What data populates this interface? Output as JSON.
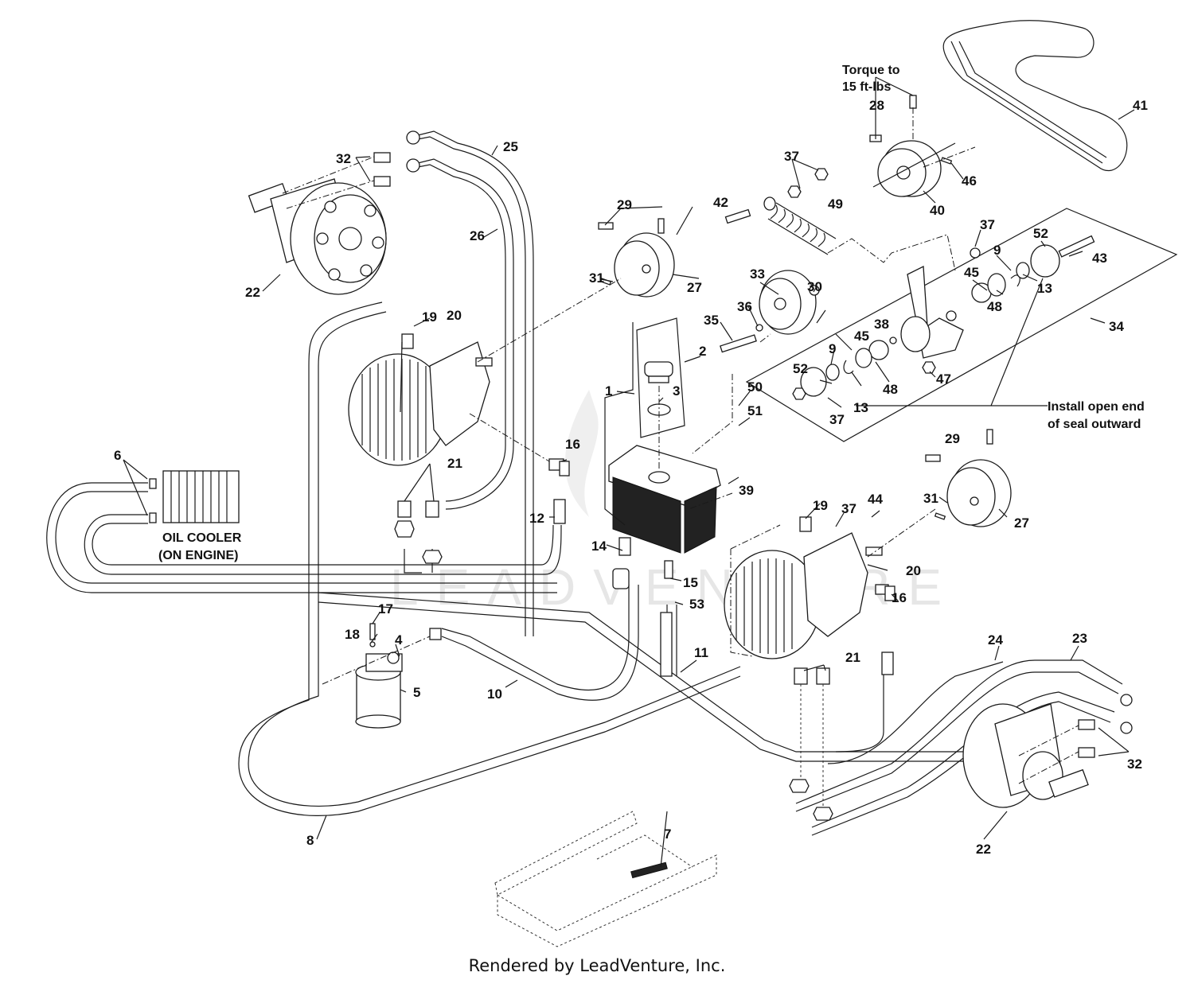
{
  "diagram": {
    "type": "exploded-parts-diagram",
    "subject": "Hydraulic system / drive belt assembly",
    "watermark": "LEADVENTURE",
    "footer": "Rendered by LeadVenture, Inc."
  },
  "notes": {
    "torque_line1": "Torque to",
    "torque_line2": "15 ft-lbs",
    "seal_line1": "Install open end",
    "seal_line2": "of seal outward",
    "oil_cooler_line1": "OIL COOLER",
    "oil_cooler_line2": "(ON ENGINE)"
  },
  "callouts": {
    "c1": "1",
    "c2": "2",
    "c3": "3",
    "c4": "4",
    "c5": "5",
    "c6": "6",
    "c7": "7",
    "c8": "8",
    "c9a": "9",
    "c9b": "9",
    "c10": "10",
    "c11": "11",
    "c12": "12",
    "c13a": "13",
    "c13b": "13",
    "c14": "14",
    "c15": "15",
    "c16a": "16",
    "c16b": "16",
    "c17": "17",
    "c18": "18",
    "c19a": "19",
    "c19b": "19",
    "c20a": "20",
    "c20b": "20",
    "c21a": "21",
    "c21b": "21",
    "c22a": "22",
    "c22b": "22",
    "c23": "23",
    "c24": "24",
    "c25": "25",
    "c26": "26",
    "c27a": "27",
    "c27b": "27",
    "c28": "28",
    "c29a": "29",
    "c29b": "29",
    "c30": "30",
    "c31a": "31",
    "c31b": "31",
    "c32a": "32",
    "c32b": "32",
    "c33": "33",
    "c34": "34",
    "c35": "35",
    "c36": "36",
    "c37a": "37",
    "c37b": "37",
    "c37c": "37",
    "c37d": "37",
    "c38": "38",
    "c39": "39",
    "c40": "40",
    "c41": "41",
    "c42": "42",
    "c43": "43",
    "c44": "44",
    "c45a": "45",
    "c45b": "45",
    "c46": "46",
    "c47": "47",
    "c48a": "48",
    "c48b": "48",
    "c49": "49",
    "c50": "50",
    "c51": "51",
    "c52a": "52",
    "c52b": "52",
    "c53": "53"
  }
}
